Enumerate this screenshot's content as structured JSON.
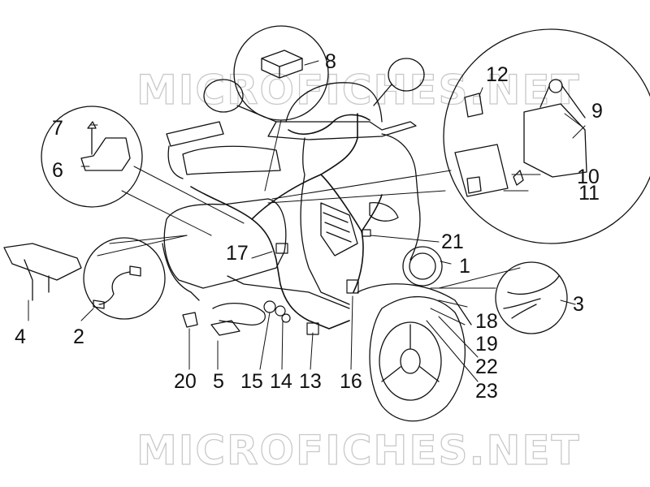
{
  "watermark": {
    "top": "MICROFICHES.NET",
    "bottom": "MICROFICHES.NET"
  },
  "callouts": {
    "c1": "1",
    "c2": "2",
    "c3": "3",
    "c4": "4",
    "c5": "5",
    "c6": "6",
    "c7": "7",
    "c8": "8",
    "c9": "9",
    "c10": "10",
    "c11": "11",
    "c12": "12",
    "c13": "13",
    "c14": "14",
    "c15": "15",
    "c16": "16",
    "c17": "17",
    "c18": "18",
    "c19": "19",
    "c20": "20",
    "c21": "21",
    "c22": "22",
    "c23": "23"
  },
  "colors": {
    "line": "#111111",
    "watermark_outline": "#c9c9c9",
    "background": "#ffffff"
  }
}
